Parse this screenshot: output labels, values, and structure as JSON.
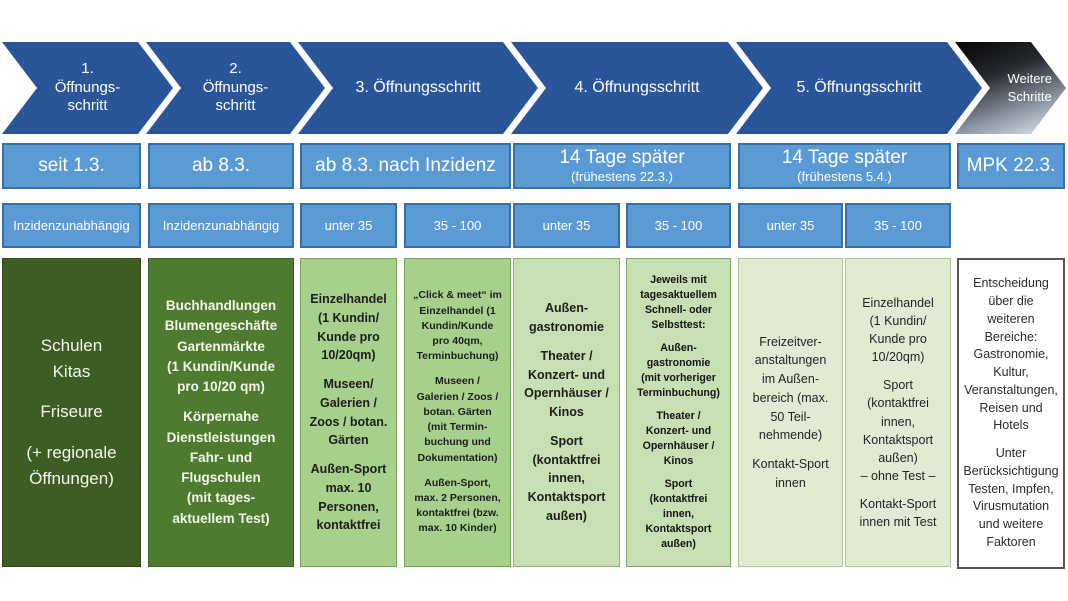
{
  "palette": {
    "arrow_blue": "#2a5699",
    "weitere_arrow_top": "#050505",
    "weitere_arrow_bottom": "#e8edf3",
    "timing_fill": "#5b9bd5",
    "timing_border": "#3a6ea5",
    "green_dark": "#3e5d25",
    "green_medium": "#4e7b30",
    "green_mid_light": "#a8d08d",
    "green_light": "#c6e0b4",
    "green_pale": "#dfecd3",
    "white_box": "#ffffff"
  },
  "arrows": [
    {
      "lines": [
        "1.",
        "Öffnungs-",
        "schritt"
      ]
    },
    {
      "lines": [
        "2.",
        "Öffnungs-",
        "schritt"
      ]
    },
    {
      "lines": [
        "3. Öffnungsschritt"
      ]
    },
    {
      "lines": [
        "4. Öffnungsschritt"
      ]
    },
    {
      "lines": [
        "5. Öffnungsschritt"
      ]
    },
    {
      "lines": [
        "Weitere",
        "Schritte"
      ]
    }
  ],
  "timing_boxes": [
    {
      "main": "seit 1.3."
    },
    {
      "main": "ab 8.3."
    },
    {
      "main": "ab 8.3. nach Inzidenz"
    },
    {
      "main": "14 Tage später",
      "sub": "(frühestens 22.3.)"
    },
    {
      "main": "14 Tage später",
      "sub": "(frühestens 5.4.)"
    },
    {
      "main": "MPK 22.3."
    }
  ],
  "incidence_boxes": [
    "Inzidenzunabhängig",
    "Inzidenzunabhängig",
    "unter 35",
    "35 - 100",
    "unter 35",
    "35 - 100",
    "unter 35",
    "35 - 100"
  ],
  "columns": [
    {
      "lines": [
        "Schulen",
        "Kitas",
        "",
        "Friseure",
        "",
        "(+ regionale",
        "Öffnungen)"
      ]
    },
    {
      "lines": [
        "Buchhandlungen",
        "Blumengeschäfte",
        "Gartenmärkte",
        "(1 Kundin/Kunde",
        "pro 10/20 qm)",
        "",
        "Körpernahe",
        "Dienstleistungen",
        "Fahr- und",
        "Flugschulen",
        "(mit tages-",
        "aktuellem Test)"
      ]
    },
    {
      "lines": [
        "Einzelhandel",
        "(1 Kundin/",
        "Kunde pro",
        "10/20qm)",
        "",
        "Museen/",
        "Galerien /",
        "Zoos / botan.",
        "Gärten",
        "",
        "Außen-Sport",
        "max. 10",
        "Personen,",
        "kontaktfrei"
      ]
    },
    {
      "lines": [
        "„Click & meet“ im",
        "Einzelhandel (1",
        "Kundin/Kunde",
        "pro 40qm,",
        "Terminbuchung)",
        "",
        "Museen /",
        "Galerien / Zoos /",
        "botan. Gärten",
        "(mit Termin-",
        "buchung und",
        "Dokumentation)",
        "",
        "Außen-Sport,",
        "max. 2 Personen,",
        "kontaktfrei (bzw.",
        "max. 10 Kinder)"
      ]
    },
    {
      "lines": [
        "Außen-",
        "gastronomie",
        "",
        "Theater /",
        "Konzert- und",
        "Opernhäuser /",
        "Kinos",
        "",
        "Sport",
        "(kontaktfrei",
        "innen,",
        "Kontaktsport",
        "außen)"
      ]
    },
    {
      "header_lines": [
        "Jeweils mit",
        "tagesaktuellem",
        "Schnell- oder",
        "Selbsttest:"
      ],
      "lines": [
        "",
        "Außen-",
        "gastronomie",
        "(mit vorheriger",
        "Terminbuchung)",
        "",
        "Theater /",
        "Konzert- und",
        "Opernhäuser /",
        "Kinos",
        "",
        "Sport",
        "(kontaktfrei",
        "innen,",
        "Kontaktsport",
        "außen)"
      ]
    },
    {
      "lines": [
        "Freizeitver-",
        "anstaltungen",
        "im Außen-",
        "bereich (max.",
        "50 Teil-",
        "nehmende)",
        "",
        "Kontakt-Sport",
        "innen"
      ]
    },
    {
      "lines": [
        "Einzelhandel",
        "(1 Kundin/",
        "Kunde pro",
        "10/20qm)",
        "",
        "Sport",
        "(kontaktfrei",
        "innen,",
        "Kontaktsport",
        "außen)",
        "– ohne Test –",
        "",
        "Kontakt-Sport",
        "innen mit Test"
      ]
    },
    {
      "lines": [
        "Entscheidung",
        "über die",
        "weiteren",
        "Bereiche:",
        "Gastronomie,",
        "Kultur,",
        "Veranstaltungen,",
        "Reisen und",
        "Hotels",
        "",
        "Unter",
        "Berücksichtigung",
        "Testen, Impfen,",
        "Virusmutation",
        "und weitere",
        "Faktoren"
      ]
    }
  ]
}
